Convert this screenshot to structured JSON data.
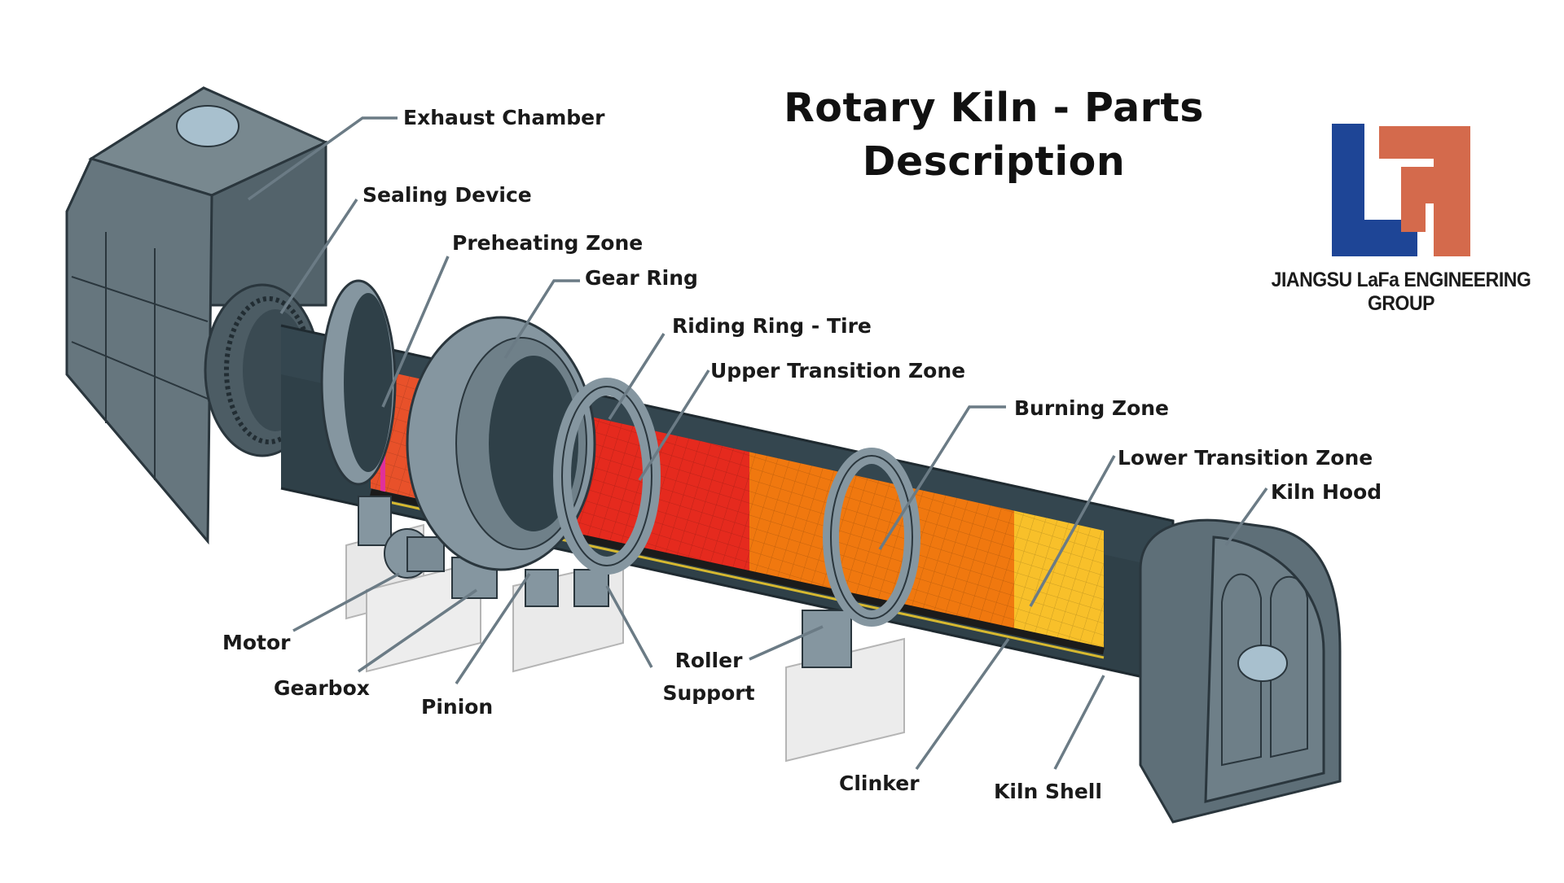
{
  "title": {
    "line1": "Rotary Kiln - Parts",
    "line2": "Description"
  },
  "company": {
    "logo_letters": "LF",
    "name": "JIANGSU LaFa ENGINEERING GROUP",
    "colors": {
      "blue": "#1E4596",
      "orange": "#D46A4C"
    }
  },
  "labels": {
    "exhaust_chamber": "Exhaust Chamber",
    "sealing_device": "Sealing Device",
    "preheating_zone": "Preheating Zone",
    "gear_ring": "Gear Ring",
    "riding_ring": "Riding Ring - Tire",
    "upper_transition": "Upper Transition Zone",
    "burning_zone": "Burning Zone",
    "lower_transition": "Lower Transition Zone",
    "kiln_hood": "Kiln Hood",
    "motor": "Motor",
    "gearbox": "Gearbox",
    "pinion": "Pinion",
    "roller_support_1": "Roller",
    "roller_support_2": "Support",
    "clinker": "Clinker",
    "kiln_shell": "Kiln Shell"
  },
  "colors": {
    "shell": "#2F4048",
    "steel": "#5E6F78",
    "ring": "#8596A0",
    "preheat": "#E8512A",
    "upper": "#E52A1E",
    "burning": "#F0780F",
    "lower": "#F8C02A",
    "base": "#E8E8E8"
  }
}
